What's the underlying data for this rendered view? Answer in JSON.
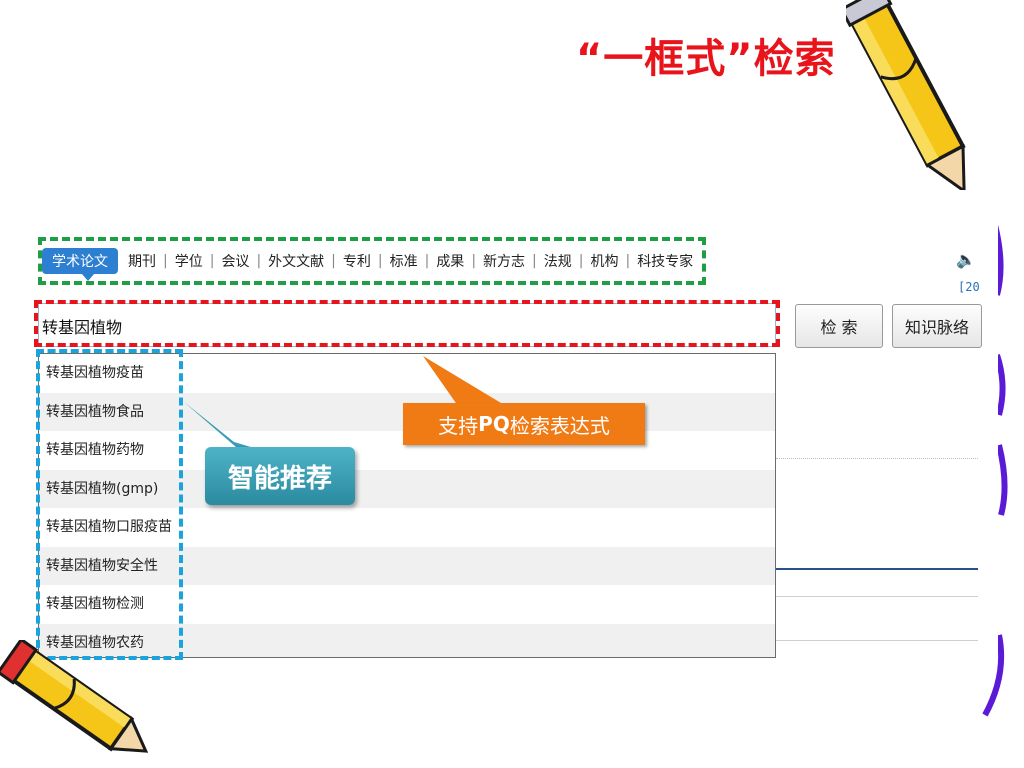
{
  "slide": {
    "title": "“一框式”检索"
  },
  "tabs": {
    "active": "学术论文",
    "items": [
      "期刊",
      "学位",
      "会议",
      "外文文献",
      "专利",
      "标准",
      "成果",
      "新方志",
      "法规",
      "机构",
      "科技专家"
    ],
    "separator": "|"
  },
  "search": {
    "value": "转基因植物"
  },
  "buttons": {
    "search": "检 索",
    "knowledge": "知识脉络"
  },
  "side": {
    "speaker": "🔈",
    "year_fragment": "[20"
  },
  "suggestions": [
    "转基因植物疫苗",
    "转基因植物食品",
    "转基因植物药物",
    "转基因植物(gmp)",
    "转基因植物口服疫苗",
    "转基因植物安全性",
    "转基因植物检测",
    "转基因植物农药"
  ],
  "callouts": {
    "pq_prefix": "支持",
    "pq_bold": "PQ",
    "pq_suffix": "检索表达式",
    "recommend": "智能推荐"
  },
  "colors": {
    "title": "#e8141b",
    "tab_active": "#2d7fd1",
    "frame_tabs": "#1f9e46",
    "frame_search": "#e8141b",
    "frame_suggestions": "#1aa3dc",
    "callout_orange": "#f07b15",
    "callout_teal": "#2a8aa0"
  }
}
